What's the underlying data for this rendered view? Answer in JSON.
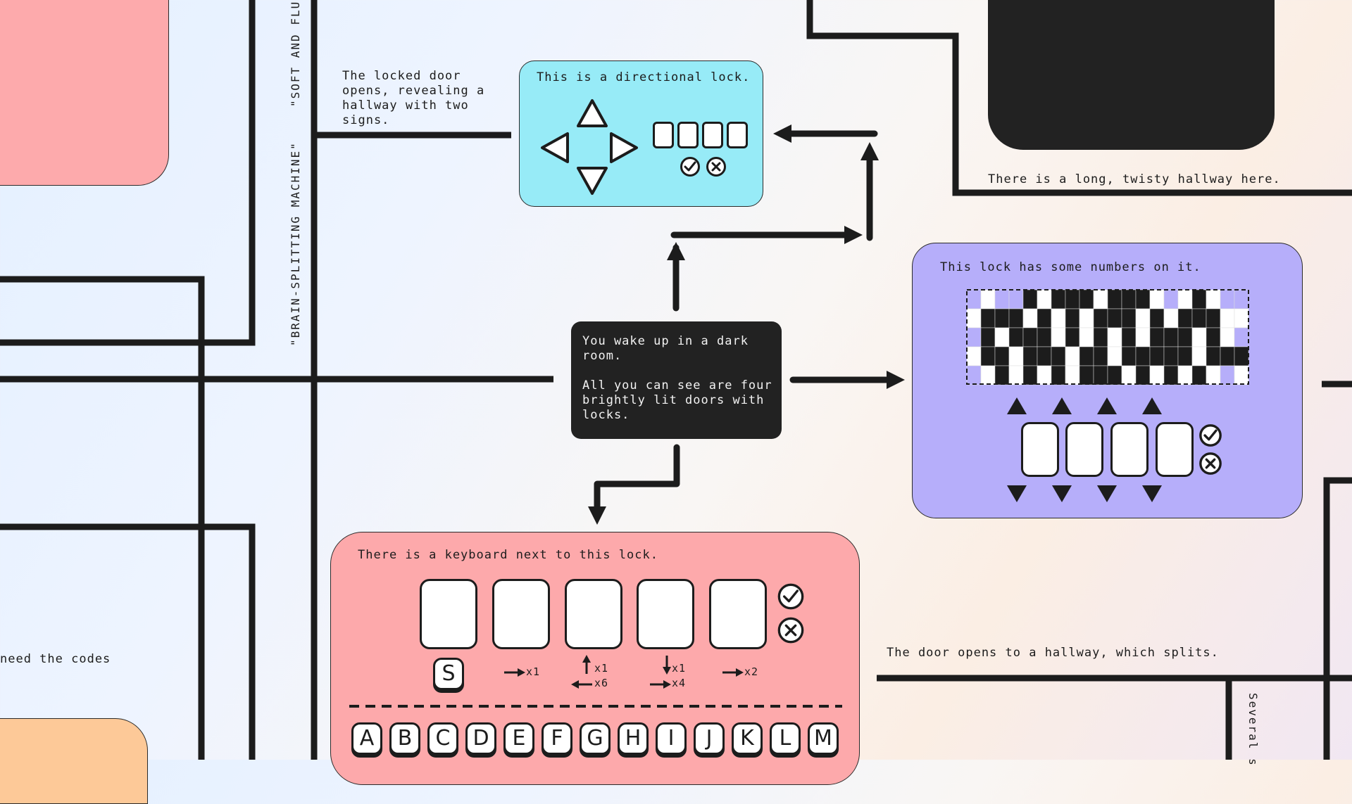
{
  "labels": {
    "left_vertical_1": "\"SOFT AND FLUF",
    "left_vertical_2": "\"BRAIN-SPLITTING MACHINE\"",
    "locked_door": "The locked door\nopens, revealing a\nhallway with two\nsigns.",
    "twisty_hallway": "There is a long, twisty hallway here.",
    "need_codes": "need the codes",
    "door_splits": "The door opens to a hallway, which splits.",
    "several": "Several s"
  },
  "start_room": {
    "text": "You wake up in a dark\nroom.\n\nAll you can see are four\nbrightly lit doors with\nlocks."
  },
  "directional_lock": {
    "title": "This is a directional lock.",
    "slot_count": 4,
    "icons": [
      "arrow-up-icon",
      "arrow-left-icon",
      "arrow-right-icon",
      "arrow-down-icon",
      "check-icon",
      "close-icon"
    ]
  },
  "number_lock": {
    "title": "This lock has some numbers on it.",
    "digit_count": 4,
    "icons": [
      "triangle-up-icon",
      "triangle-down-icon",
      "check-icon",
      "close-icon"
    ]
  },
  "keyboard_lock": {
    "title": "There is a keyboard next to this lock.",
    "slot_count": 5,
    "hint_key": "S",
    "hints": [
      {
        "line1": "x1",
        "line2": ""
      },
      {
        "line1": "x1",
        "line2": "x6"
      },
      {
        "line1": "x1",
        "line2": "x4"
      },
      {
        "line1": "x2",
        "line2": ""
      }
    ],
    "keys": [
      "A",
      "B",
      "C",
      "D",
      "E",
      "F",
      "G",
      "H",
      "I",
      "J",
      "K",
      "L",
      "M"
    ]
  },
  "colors": {
    "directional_panel": "#97ebf7",
    "number_panel": "#b6aefa",
    "keyboard_panel": "#fda9ab",
    "pink_room": "#fdaaac",
    "orange_room": "#fdc998",
    "dark_room": "#222222",
    "line": "#1c1c1c"
  }
}
